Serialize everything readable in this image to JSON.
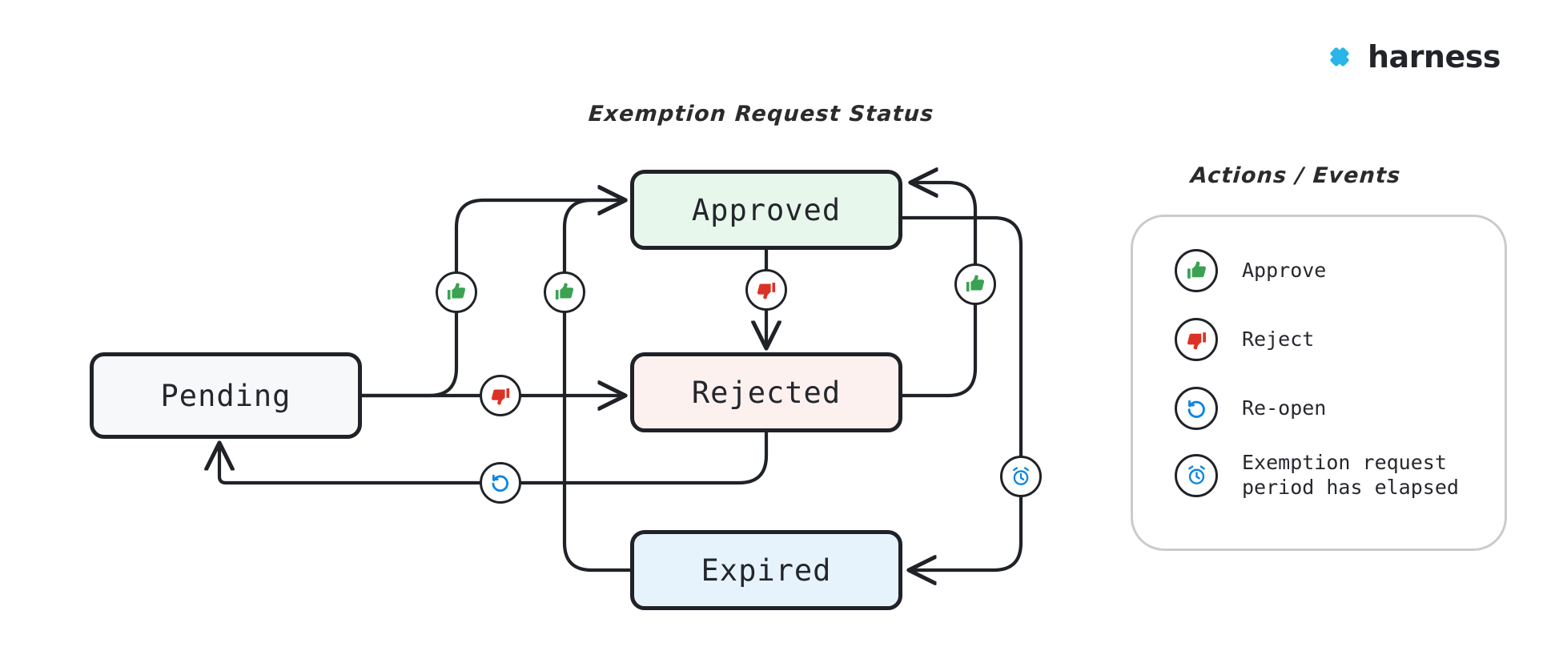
{
  "brand": {
    "name": "harness",
    "logo_icon": "harness-diamond-logo-icon",
    "logo_color": "#29b5e8"
  },
  "diagram": {
    "title": "Exemption Request Status",
    "type": "state-machine",
    "nodes": [
      {
        "id": "pending",
        "label": "Pending",
        "fill": "#f6f8fa",
        "border": "#1f2227"
      },
      {
        "id": "approved",
        "label": "Approved",
        "fill": "#e8f7ec",
        "border": "#1f2227"
      },
      {
        "id": "rejected",
        "label": "Rejected",
        "fill": "#fdf1f0",
        "border": "#1f2227"
      },
      {
        "id": "expired",
        "label": "Expired",
        "fill": "#e6f3fc",
        "border": "#1f2227"
      }
    ],
    "transitions": [
      {
        "from": "pending",
        "to": "approved",
        "action": "approve",
        "icon": "thumbs-up-icon"
      },
      {
        "from": "pending",
        "to": "rejected",
        "action": "reject",
        "icon": "thumbs-down-icon"
      },
      {
        "from": "approved",
        "to": "rejected",
        "action": "reject",
        "icon": "thumbs-down-icon"
      },
      {
        "from": "rejected",
        "to": "approved",
        "action": "approve",
        "icon": "thumbs-up-icon"
      },
      {
        "from": "rejected",
        "to": "pending",
        "action": "re-open",
        "icon": "reopen-icon"
      },
      {
        "from": "expired",
        "to": "approved",
        "action": "approve",
        "icon": "thumbs-up-icon"
      },
      {
        "from": "approved",
        "to": "expired",
        "action": "exemption-request-period-has-elapsed",
        "icon": "alarm-clock-icon"
      }
    ]
  },
  "legend": {
    "title": "Actions / Events",
    "items": [
      {
        "icon": "thumbs-up-icon",
        "label": "Approve",
        "color": "#3aa252"
      },
      {
        "icon": "thumbs-down-icon",
        "label": "Reject",
        "color": "#dc3226"
      },
      {
        "icon": "reopen-icon",
        "label": "Re-open",
        "color": "#0d86e0"
      },
      {
        "icon": "alarm-clock-icon",
        "label": "Exemption request\nperiod has elapsed",
        "color": "#0d86e0"
      }
    ]
  },
  "colors": {
    "approve_green": "#3aa252",
    "reject_red": "#dc3226",
    "event_blue": "#0d86e0",
    "stroke": "#1f2227",
    "background": "#ffffff"
  }
}
